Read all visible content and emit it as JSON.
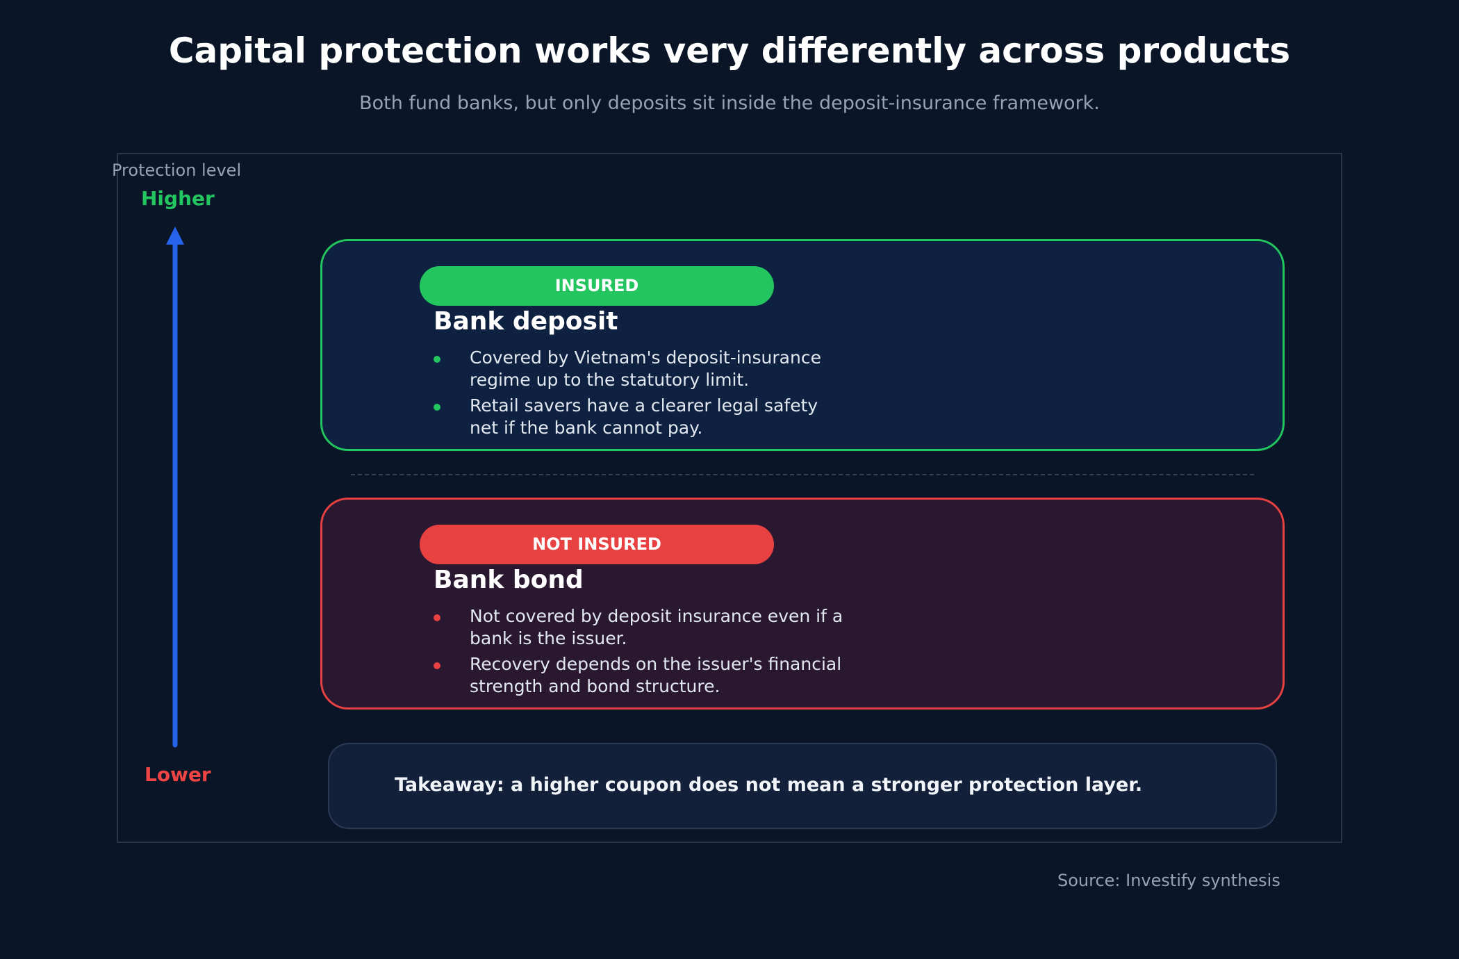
{
  "header": {
    "title": "Capital protection works very differently across products",
    "subtitle": "Both fund banks, but only deposits sit inside the deposit-insurance framework."
  },
  "axis": {
    "title": "Protection level",
    "high_label": "Higher",
    "low_label": "Lower",
    "high_color": "#22c55e",
    "low_color": "#ef4444",
    "arrow_color": "#2563eb"
  },
  "cards": [
    {
      "badge": "INSURED",
      "title": "Bank deposit",
      "accent": "#22c55e",
      "fill": "#0f2140",
      "bullets": [
        "Covered by Vietnam's deposit-insurance regime up to the statutory limit.",
        "Retail savers have a clearer legal safety net if the bank cannot pay."
      ]
    },
    {
      "badge": "NOT INSURED",
      "title": "Bank bond",
      "accent": "#e84142",
      "fill": "#2a1730",
      "bullets": [
        "Not covered by deposit insurance even if a bank is the issuer.",
        "Recovery depends on the issuer's financial strength and bond structure."
      ]
    }
  ],
  "takeaway": "Takeaway: a higher coupon does not mean a stronger protection layer.",
  "source": "Source: Investify synthesis"
}
